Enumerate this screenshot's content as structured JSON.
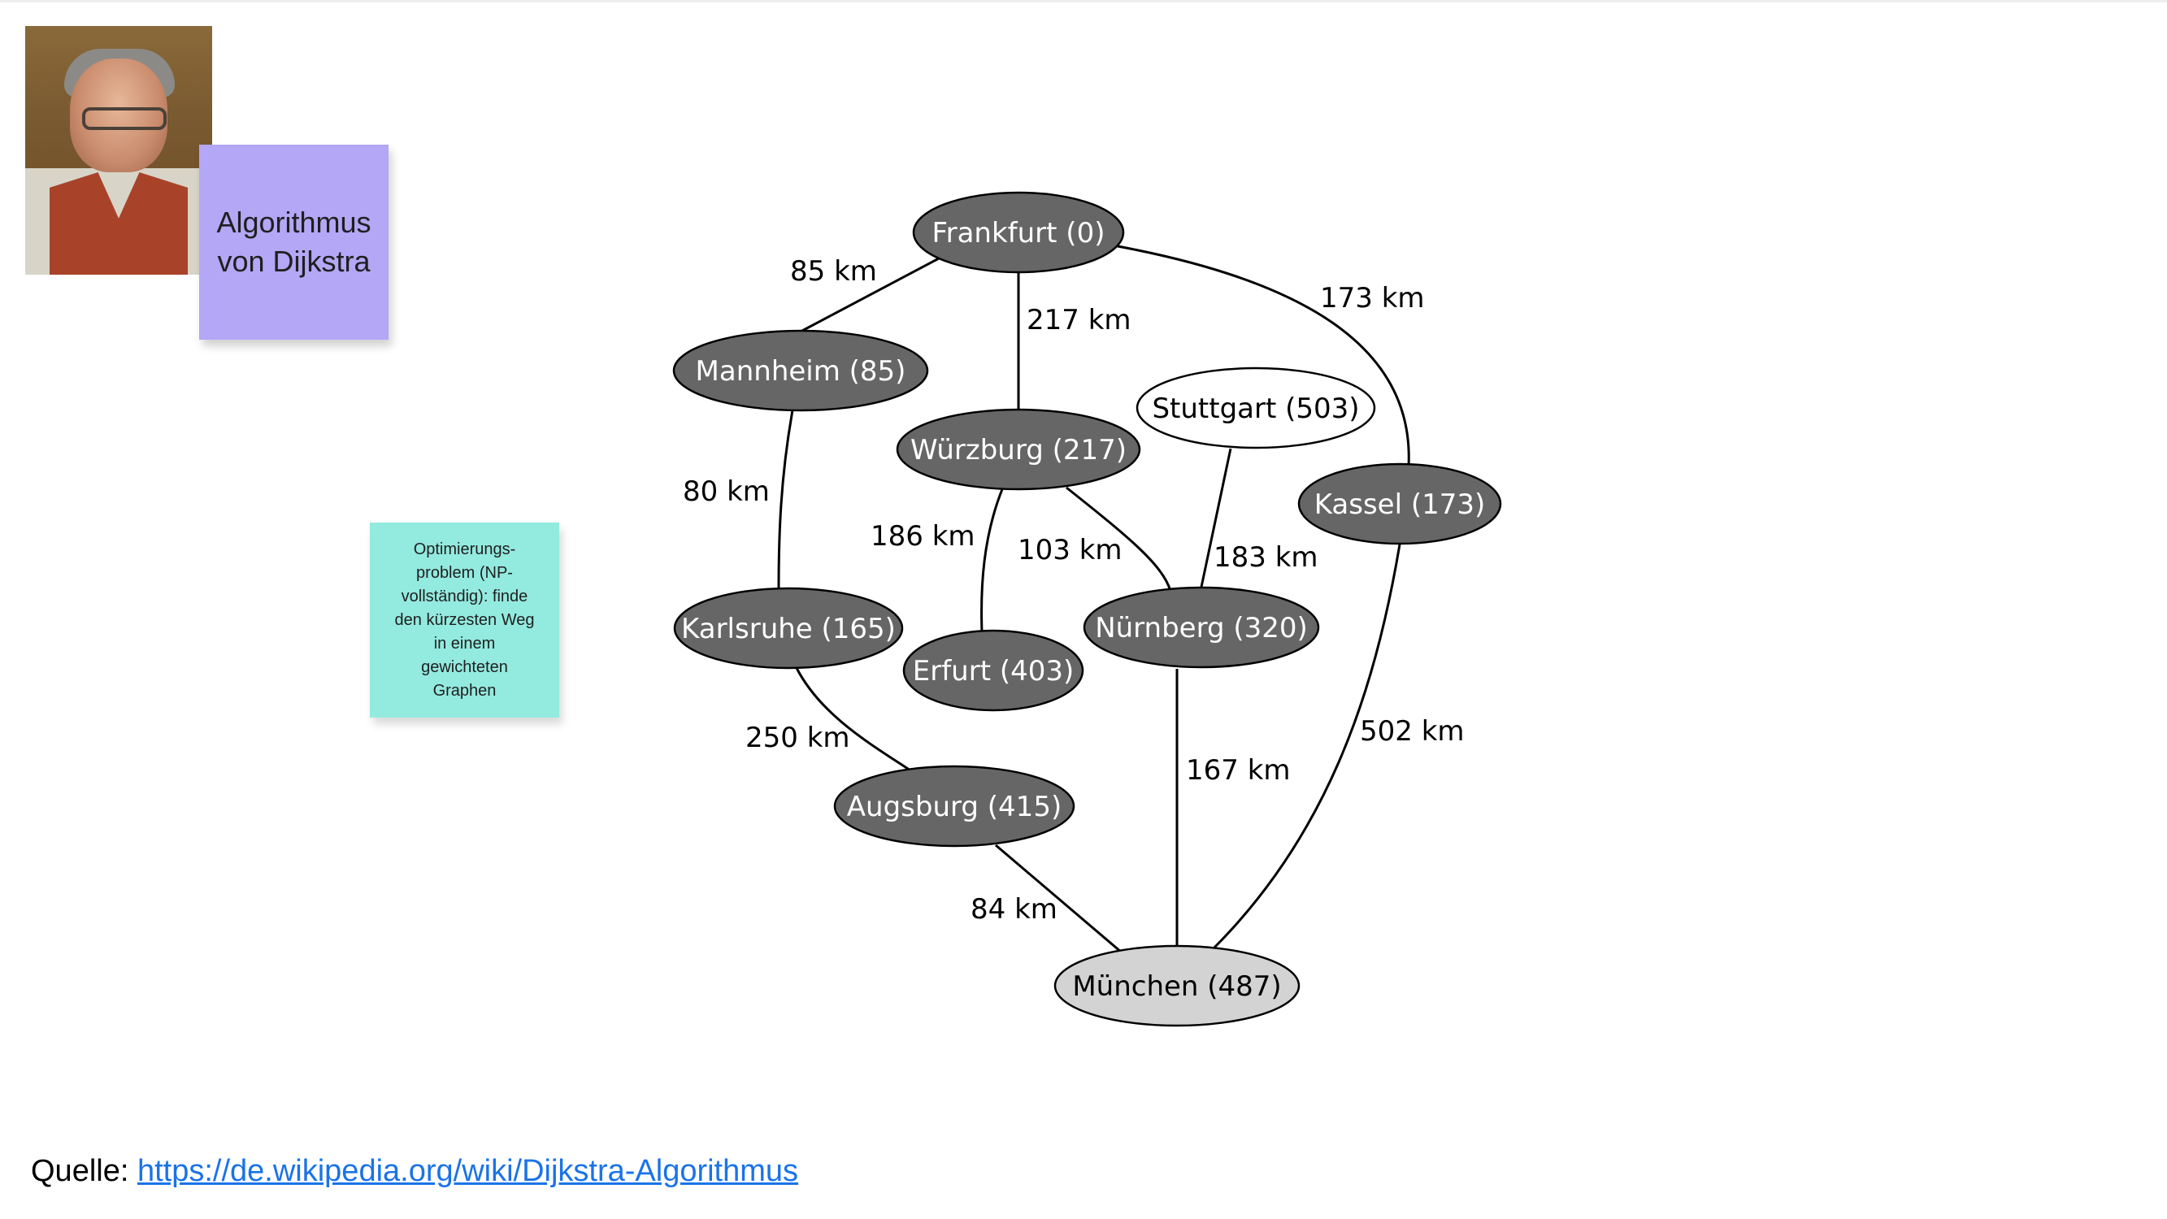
{
  "sticky_title": {
    "line1": "Algorithmus",
    "line2": "von Dijkstra"
  },
  "sticky_note": {
    "lines": [
      "Optimierungs-",
      "problem (NP-",
      "vollständig): finde",
      "den kürzesten Weg",
      "in einem",
      "gewichteten",
      "Graphen"
    ]
  },
  "graph": {
    "nodes": {
      "frankfurt": "Frankfurt (0)",
      "mannheim": "Mannheim (85)",
      "wuerzburg": "Würzburg (217)",
      "stuttgart": "Stuttgart (503)",
      "kassel": "Kassel (173)",
      "karlsruhe": "Karlsruhe (165)",
      "erfurt": "Erfurt (403)",
      "nuernberg": "Nürnberg (320)",
      "augsburg": "Augsburg (415)",
      "muenchen": "München (487)"
    },
    "edges": {
      "frankfurt_mannheim": "85 km",
      "frankfurt_wuerzburg": "217 km",
      "frankfurt_kassel": "173 km",
      "mannheim_karlsruhe": "80 km",
      "wuerzburg_erfurt": "186 km",
      "wuerzburg_nuernberg": "103 km",
      "stuttgart_nuernberg": "183 km",
      "karlsruhe_augsburg": "250 km",
      "nuernberg_muenchen": "167 km",
      "kassel_muenchen": "502 km",
      "augsburg_muenchen": "84 km"
    }
  },
  "source": {
    "label": "Quelle:",
    "link": "https://de.wikipedia.org/wiki/Dijkstra-Algorithmus"
  },
  "colors": {
    "node_visited": "#666666",
    "node_unvisited": "#ffffff",
    "node_target": "#d3d3d3",
    "sticky_purple": "#b3a7f6",
    "sticky_teal": "#93eadf",
    "link": "#1a73e8"
  }
}
